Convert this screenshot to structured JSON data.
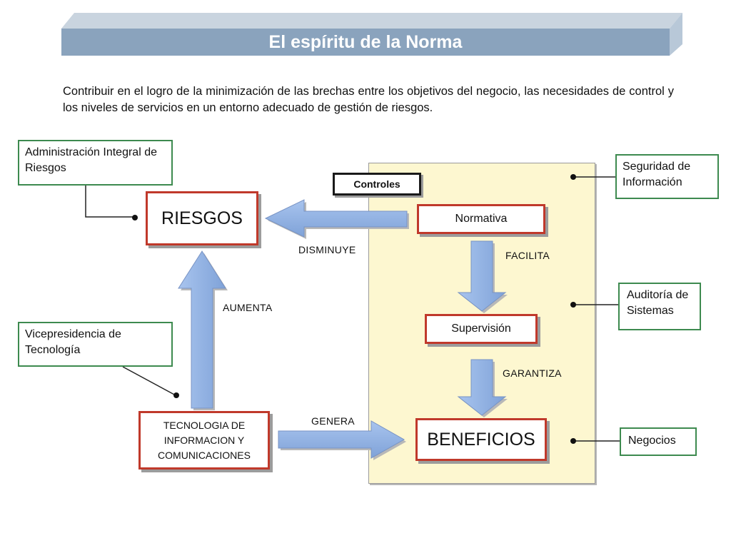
{
  "title": "El espíritu de la Norma",
  "intro": "Contribuir en el logro de la minimización de las brechas entre los objetivos del negocio, las necesidades de control y los niveles de servicios en un entorno adecuado de gestión de riesgos.",
  "nodes": {
    "riesgos": "RIESGOS",
    "tic": "TECNOLOGIA DE INFORMACION Y COMUNICACIONES",
    "beneficios": "BENEFICIOS",
    "normativa": "Normativa",
    "supervision": "Supervisión",
    "controles": "Controles"
  },
  "edges": {
    "disminuye": "DISMINUYE",
    "facilita": "FACILITA",
    "garantiza": "GARANTIZA",
    "aumenta": "AUMENTA",
    "genera": "GENERA"
  },
  "callouts": {
    "admin_riesgos": "Administración Integral de Riesgos",
    "vp_tecnologia": "Vicepresidencia de Tecnología",
    "seguridad": "Seguridad de Información",
    "auditoria": "Auditoría de Sistemas",
    "negocios": "Negocios"
  },
  "colors": {
    "banner": "#8aa3bd",
    "box_border": "#c0392b",
    "callout_border": "#3d8a4f",
    "arrow": "#8eb0e3",
    "panel": "#fdf7d0"
  }
}
